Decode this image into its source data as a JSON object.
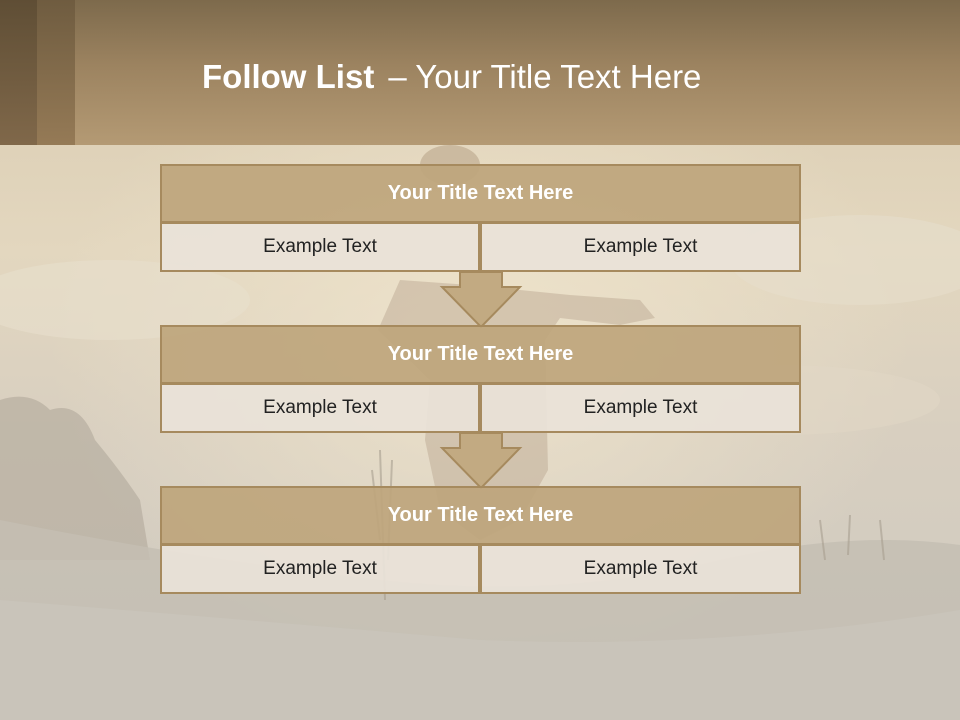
{
  "title": {
    "strong": "Follow List",
    "rest": "– Your Title Text Here"
  },
  "colors": {
    "header": "#9c8360",
    "box_title_fill": "#bea57c",
    "box_border": "#a68a5e",
    "cell_fill": "#eae2d8"
  },
  "steps": [
    {
      "title": "Your Title Text Here",
      "left": "Example Text",
      "right": "Example Text"
    },
    {
      "title": "Your Title Text Here",
      "left": "Example Text",
      "right": "Example Text"
    },
    {
      "title": "Your Title Text Here",
      "left": "Example Text",
      "right": "Example Text"
    }
  ]
}
